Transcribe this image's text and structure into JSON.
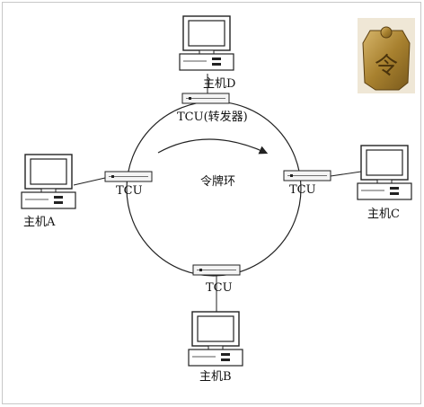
{
  "ring": {
    "label": "令牌环"
  },
  "nodes": {
    "D": {
      "host_label": "主机D",
      "tcu_label": "TCU(转发器)"
    },
    "A": {
      "host_label": "主机A",
      "tcu_label": "TCU"
    },
    "C": {
      "host_label": "主机C",
      "tcu_label": "TCU"
    },
    "B": {
      "host_label": "主机B",
      "tcu_label": "TCU"
    }
  },
  "badge": {
    "icon": "token-badge-icon",
    "glyph": "令"
  },
  "colors": {
    "line": "#222222",
    "badge_gold": "#b08a3a"
  }
}
